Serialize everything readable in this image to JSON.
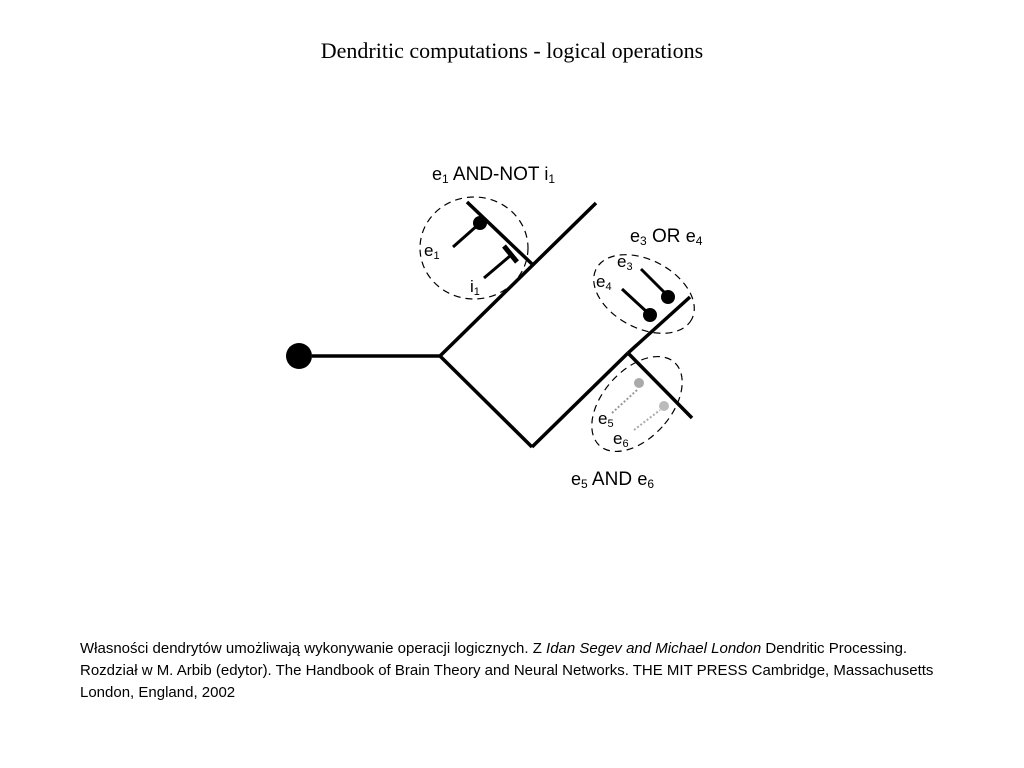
{
  "title": "Dendritic computations  - logical operations",
  "figure": {
    "labels": {
      "and_not": {
        "a": "e",
        "a_sub": "1",
        "op": " AND-NOT ",
        "b": "i",
        "b_sub": "1"
      },
      "or": {
        "a": "e",
        "a_sub": "3",
        "op": " OR ",
        "b": "e",
        "b_sub": "4"
      },
      "and": {
        "a": "e",
        "a_sub": "5",
        "op": " AND ",
        "b": "e",
        "b_sub": "6"
      },
      "e1": {
        "letter": "e",
        "sub": "1"
      },
      "i1": {
        "letter": "i",
        "sub": "1"
      },
      "e3": {
        "letter": "e",
        "sub": "3"
      },
      "e4": {
        "letter": "e",
        "sub": "4"
      },
      "e5": {
        "letter": "e",
        "sub": "5"
      },
      "e6": {
        "letter": "e",
        "sub": "6"
      }
    }
  },
  "caption": {
    "part1": "Własności dendrytów umożliwają wykonywanie operacji logicznych. Z ",
    "authors": "Idan Segev and Michael London",
    "part2": " Dendritic Processing. Rozdział w M. Arbib (edytor). The Handbook of Brain Theory and Neural Networks. THE MIT PRESS Cambridge, Massachusetts London, England, 2002"
  }
}
